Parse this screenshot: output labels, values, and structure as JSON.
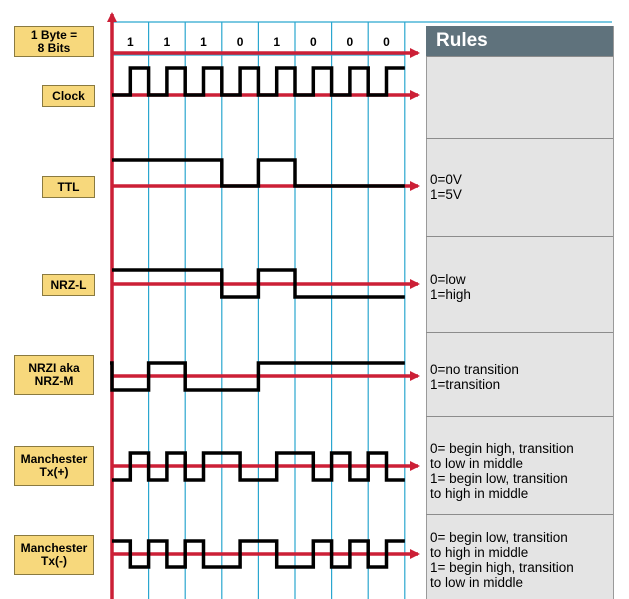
{
  "byte_label": "1 Byte =\n8 Bits",
  "bits": [
    "1",
    "1",
    "1",
    "0",
    "1",
    "0",
    "0",
    "0"
  ],
  "rules_title": "Rules",
  "signals": [
    {
      "id": "clock",
      "label": "Clock",
      "rule": ""
    },
    {
      "id": "ttl",
      "label": "TTL",
      "rule": "0=0V\n1=5V"
    },
    {
      "id": "nrzl",
      "label": "NRZ-L",
      "rule": "0=low\n1=high"
    },
    {
      "id": "nrzi",
      "label": "NRZI aka\nNRZ-M",
      "rule": "0=no transition\n1=transition"
    },
    {
      "id": "manpos",
      "label": "Manchester\nTx(+)",
      "rule": "0= begin high, transition\nto low in middle\n1= begin low, transition\nto high in middle"
    },
    {
      "id": "manneg",
      "label": "Manchester\nTx(-)",
      "rule": "0= begin low, transition\nto high in middle\n1= begin high, transition\nto low in middle"
    }
  ],
  "colors": {
    "axis": "#cc1f36",
    "grid": "#2aa6cf",
    "signal": "#000000",
    "label_fill": "#f7d87c",
    "rules_header": "#5f727c",
    "rules_bg": "#e4e4e4"
  }
}
